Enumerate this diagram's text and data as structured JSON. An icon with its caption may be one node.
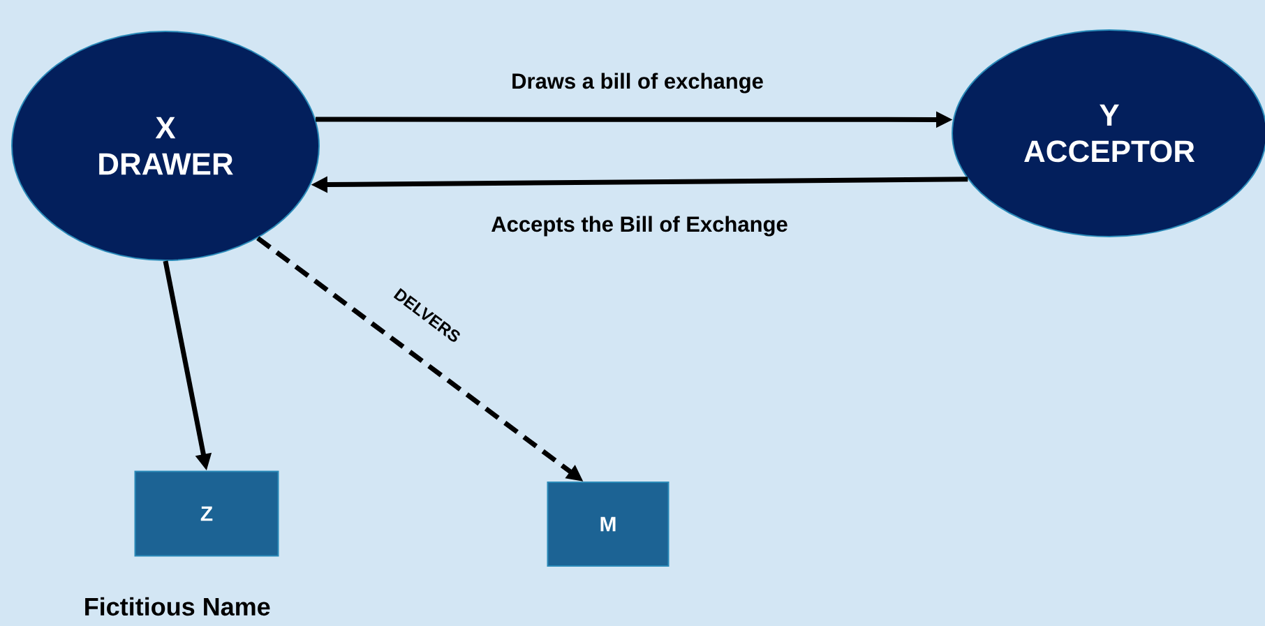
{
  "diagram": {
    "nodes": [
      {
        "text": [
          "X",
          "DRAWER"
        ]
      },
      {
        "text": [
          "Y",
          "ACCEPTOR"
        ]
      },
      {
        "text": [
          "Z"
        ],
        "beside": [
          "Fictitious Name"
        ]
      },
      {
        "text": [
          "M"
        ]
      }
    ],
    "edges": [
      {
        "from": 0,
        "to": 1,
        "arrow": "to",
        "label": "Draws a bill of exchange"
      },
      {
        "from": 1,
        "to": 0,
        "arrow": "to",
        "label": "Accepts the Bill of Exchange"
      },
      {
        "from": 0,
        "to": 2,
        "arrow": "to"
      },
      {
        "from": 0,
        "to": 3,
        "arrow": "to",
        "style": "dashed",
        "label": "DELVERS"
      }
    ]
  }
}
